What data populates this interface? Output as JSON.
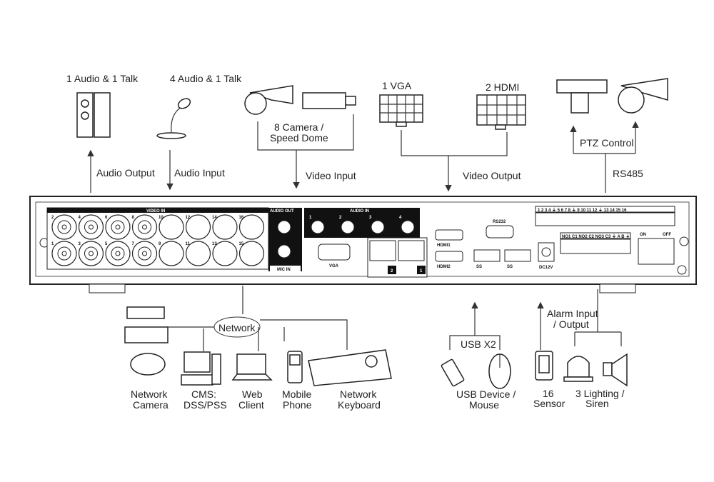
{
  "top_labels": {
    "audio_talk_1": "1 Audio  & 1 Talk",
    "audio_talk_4": "4 Audio & 1 Talk",
    "camera_1": "8 Camera /",
    "camera_2": "Speed Dome",
    "vga": "1 VGA",
    "hdmi": "2 HDMI",
    "ptz": "PTZ Control",
    "rs485": "RS485",
    "audio_output": "Audio  Output",
    "audio_input": "Audio  Input",
    "video_input": "Video Input",
    "video_output": "Video Output"
  },
  "panel": {
    "video_in": "VIDEO IN",
    "audio_out": "AUDIO OUT",
    "mic_in": "MIC IN",
    "audio_in": "AUDIO IN",
    "vga": "VGA",
    "rs232": "RS232",
    "hdmi1": "HDMI1",
    "hdmi2": "HDMI2",
    "usb": "SS",
    "dc": "DC12V",
    "on": "ON",
    "off": "OFF",
    "lan1": "1",
    "lan2": "2",
    "bnc_top": [
      "2",
      "4",
      "6",
      "8",
      "10",
      "12",
      "14",
      "16"
    ],
    "bnc_bottom": [
      "1",
      "3",
      "5",
      "7",
      "9",
      "11",
      "13",
      "15"
    ],
    "audio_in_nums": [
      "1",
      "2",
      "3",
      "4"
    ],
    "alarm_in_nums": "1 2 3 4 ⏚ 5 6 7 8 ⏚   9 10 11 12 ⏚ 13 14 15 16",
    "alarm_out": "NO1 C1 NO2 C2 NO3 C3 ⏚ A B ⏚"
  },
  "bottom_labels": {
    "network": "Network",
    "network_camera_1": "Network",
    "network_camera_2": "Camera",
    "cms_1": "CMS:",
    "cms_2": "DSS/PSS",
    "web_1": "Web",
    "web_2": "Client",
    "mobile_1": "Mobile",
    "mobile_2": "Phone",
    "keyboard_1": "Network",
    "keyboard_2": "Keyboard",
    "usb": "USB X2",
    "usb_dev_1": "USB Device /",
    "usb_dev_2": "Mouse",
    "alarm_1": "Alarm Input",
    "alarm_2": "/ Output",
    "sensor_1": "16",
    "sensor_2": "Sensor",
    "light_1": "3 Lighting /",
    "light_2": "Siren"
  }
}
